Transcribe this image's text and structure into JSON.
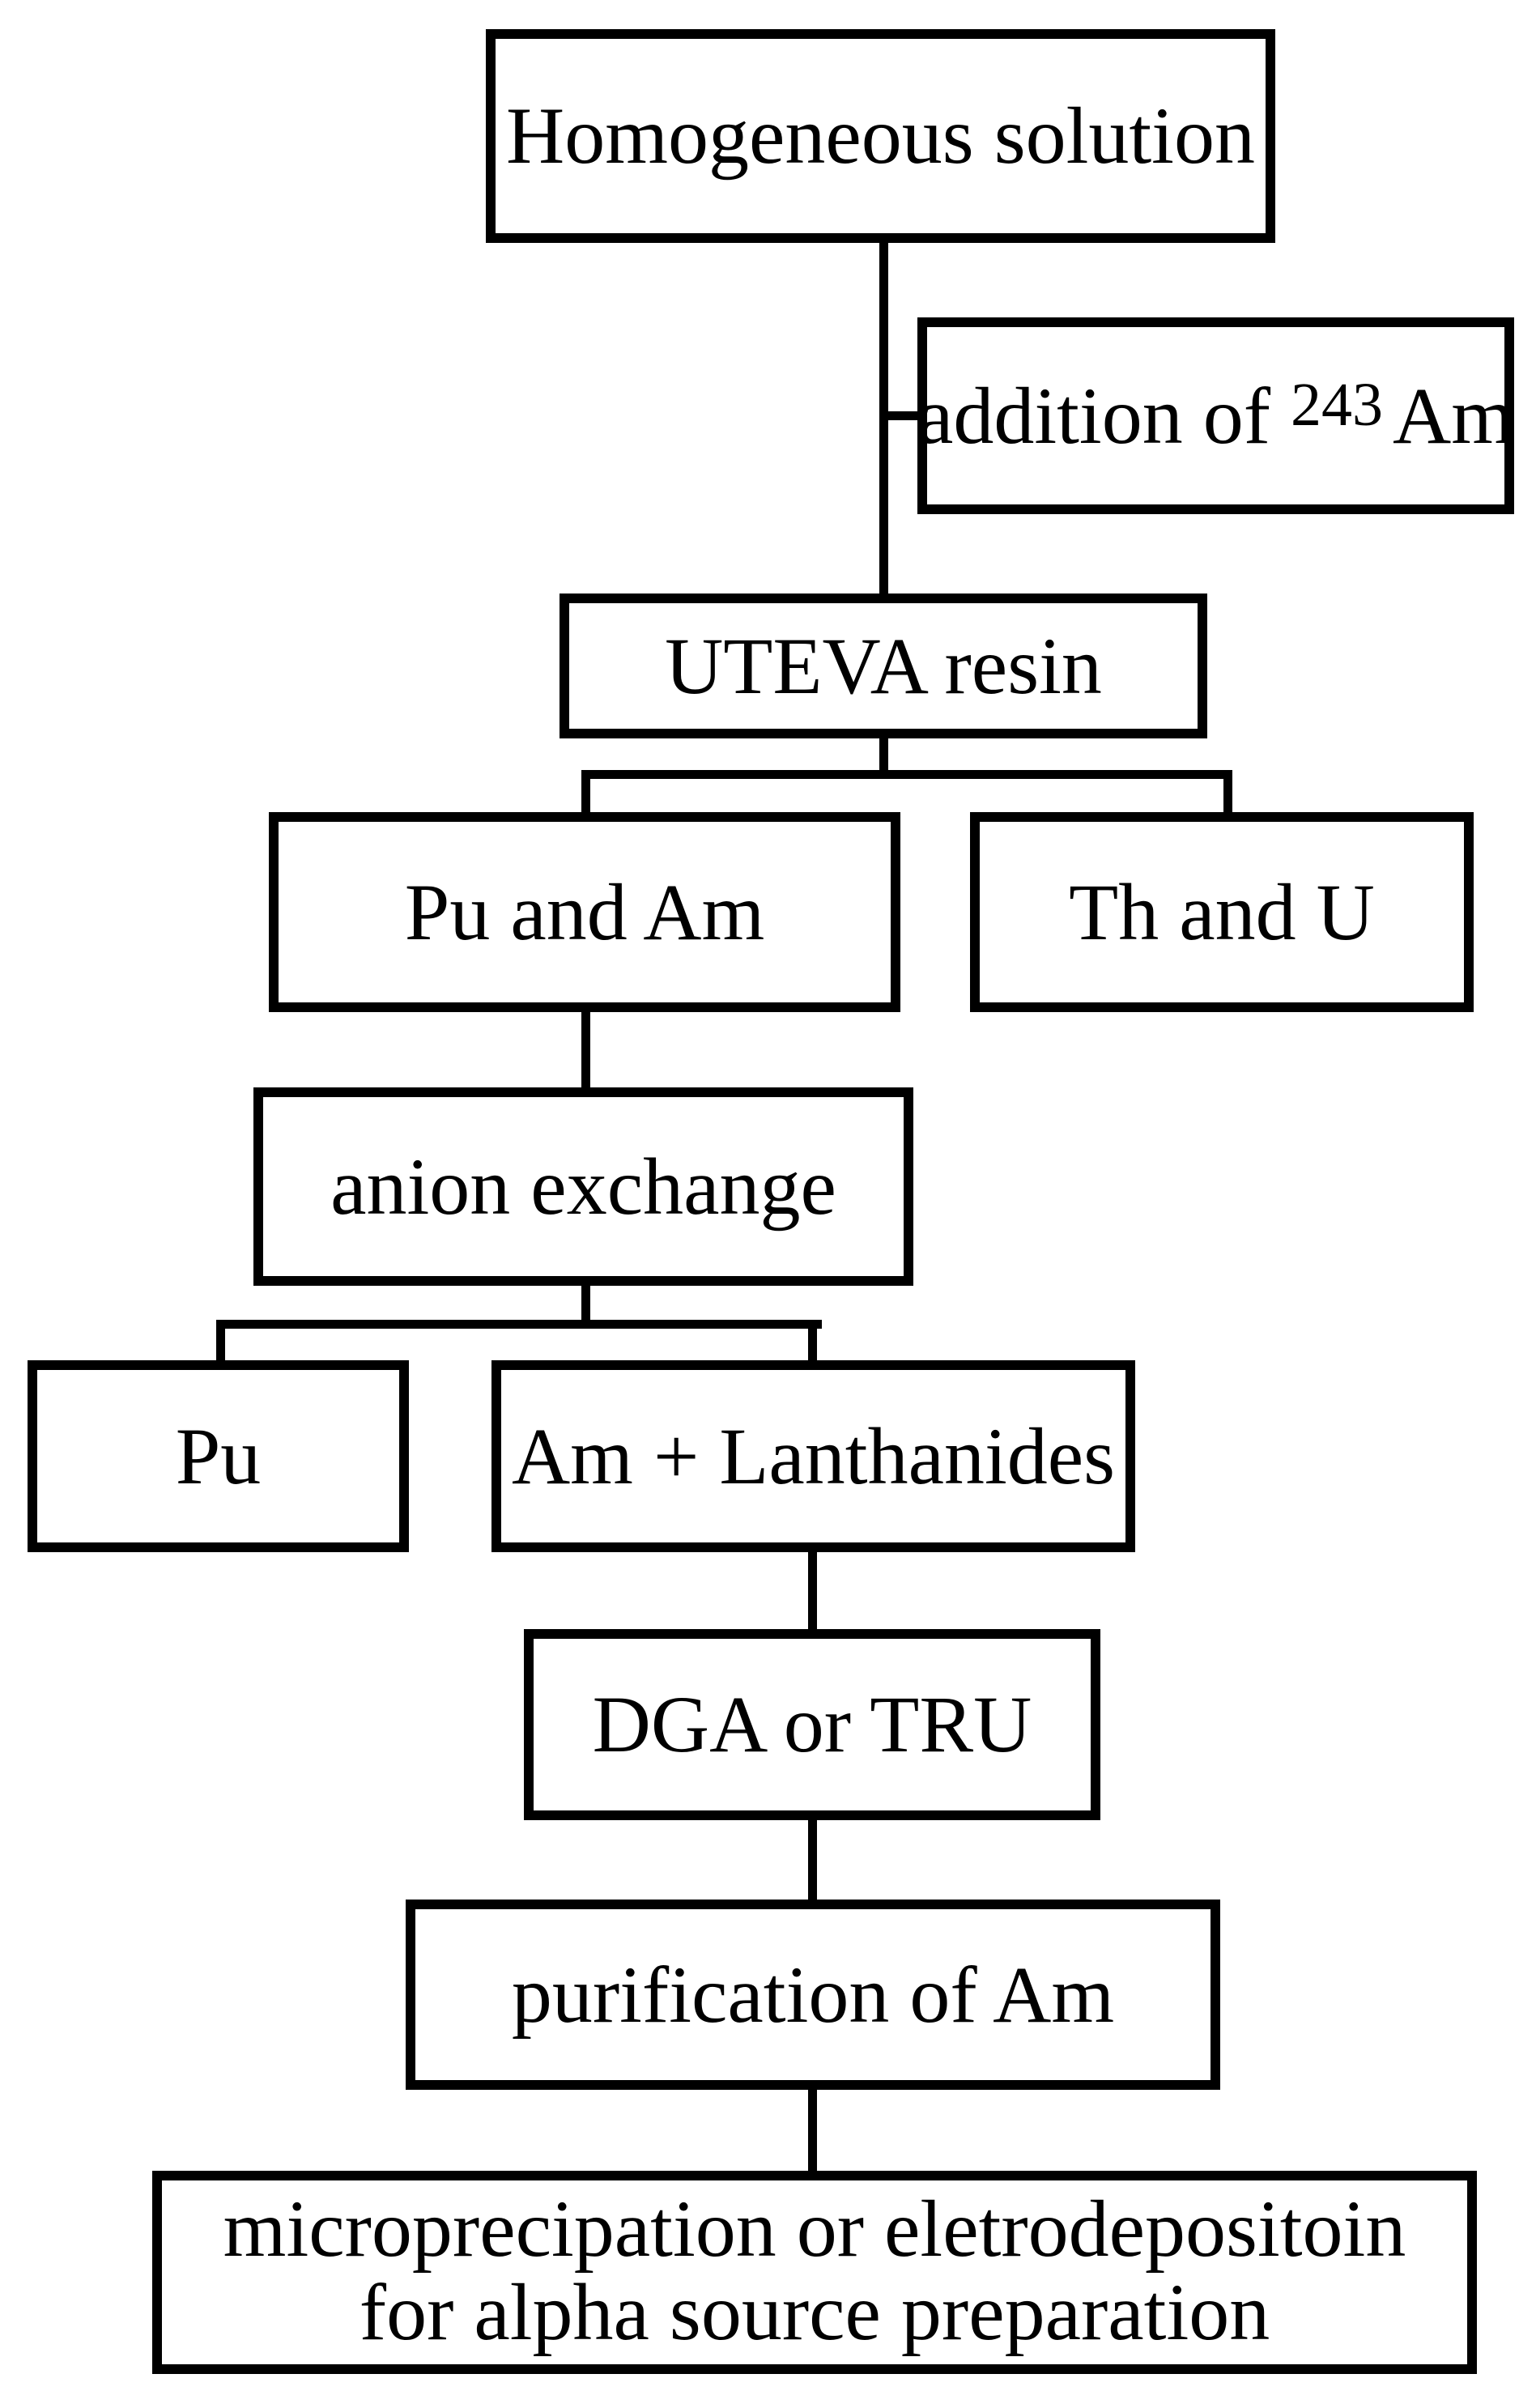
{
  "figure": {
    "type": "flowchart",
    "background_color": "#ffffff",
    "ink_color": "#000000"
  },
  "nodes": {
    "homogeneous_solution": {
      "label": "Homogeneous solution"
    },
    "addition_am243": {
      "prefix": "addition of ",
      "sup": "243",
      "suffix": "Am"
    },
    "uteva_resin": {
      "label": "UTEVA resin"
    },
    "pu_and_am": {
      "label": "Pu and Am"
    },
    "th_and_u": {
      "label": "Th and U"
    },
    "anion_exchange": {
      "label": "anion exchange"
    },
    "pu": {
      "label": "Pu"
    },
    "am_lanthanides": {
      "label": "Am + Lanthanides"
    },
    "dga_or_tru": {
      "label": "DGA or TRU"
    },
    "purification_of_am": {
      "label": "purification of Am"
    },
    "alpha_source_prep": {
      "line1": "microprecipation or eletrodepositoin",
      "line2": "for alpha source preparation"
    }
  }
}
